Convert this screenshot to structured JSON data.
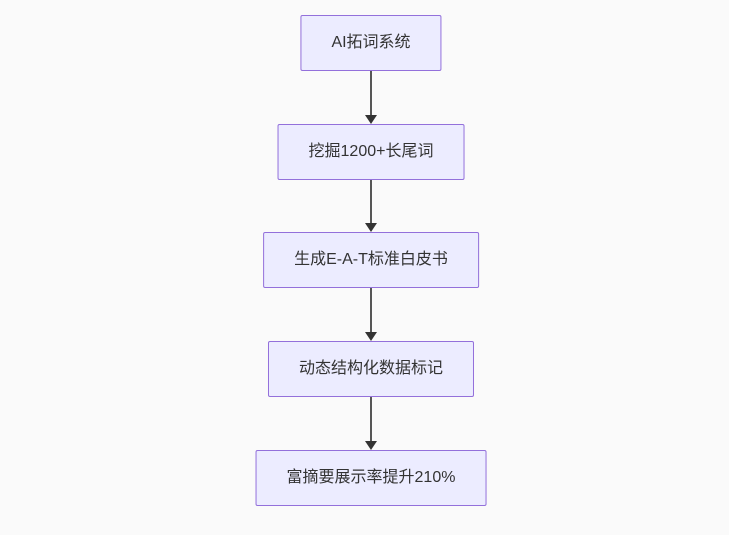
{
  "diagram": {
    "type": "flowchart",
    "direction": "top-down",
    "nodes": [
      {
        "id": "step-1",
        "label": "AI拓词系统"
      },
      {
        "id": "step-2",
        "label": "挖掘1200+长尾词"
      },
      {
        "id": "step-3",
        "label": "生成E-A-T标准白皮书"
      },
      {
        "id": "step-4",
        "label": "动态结构化数据标记"
      },
      {
        "id": "step-5",
        "label": "富摘要展示率提升210%"
      }
    ],
    "edges": [
      {
        "from": "step-1",
        "to": "step-2",
        "style": "arrow-down"
      },
      {
        "from": "step-2",
        "to": "step-3",
        "style": "arrow-down"
      },
      {
        "from": "step-3",
        "to": "step-4",
        "style": "arrow-down"
      },
      {
        "from": "step-4",
        "to": "step-5",
        "style": "arrow-down"
      }
    ],
    "colors": {
      "background": "#fafafa",
      "node_fill": "#ececff",
      "node_border": "#9370db",
      "node_text": "#333333",
      "edge_line": "#565656",
      "arrowhead": "#333333"
    }
  }
}
